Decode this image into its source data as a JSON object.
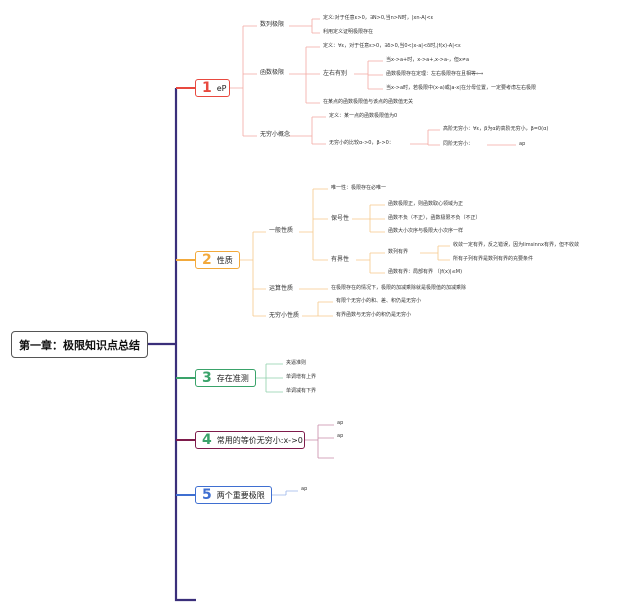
{
  "root": "第一章：极限知识点总结",
  "colors": {
    "spine": "#3a2f7a",
    "red": "#e8493f",
    "orange": "#f2a93b",
    "green": "#3aa36a",
    "maroon": "#7e1b4b",
    "blue": "#3f6fd1"
  },
  "branches": {
    "b1": {
      "num": "1",
      "label": "eP"
    },
    "b2": {
      "num": "2",
      "label": "性质"
    },
    "b3": {
      "num": "3",
      "label": "存在准测"
    },
    "b4": {
      "num": "4",
      "label": "常用的等价无穷小:x->0"
    },
    "b5": {
      "num": "5",
      "label": "两个重要极限"
    }
  },
  "nodes": {
    "shulie": "数列极限",
    "shulie_def": "定义:对于任意ε>0，∃N>0,当n>N时，|xn-A|<ε",
    "shulie_use": "利用定义证明极限存在",
    "hanshu": "函数极限",
    "hanshu_def": "定义：∀ε，对于任意ε>0，∃δ>0,当0<|x-a|<δ时,|f(x)-A|<ε",
    "zuoyou": "左右有别",
    "zy1": "当x->a+时，x->a+,x->a-，但x≠a",
    "zy2": "函数极限存在定理：左右极限存在且相等⟺",
    "zy3": "当x->a时，若极限中(x-a)或|a-x|在分母位置，一定要考虑左右极限",
    "hanshu_note": "在某点的函数极限值与该点的函数值无关",
    "wuqiong": "无穷小概念",
    "wq_def": "定义：某一点的函数极限值为0",
    "wq_cmp": "无穷小的比较α->0，β->0：",
    "gaojie": "高阶无穷小：∀ε，β为α的高阶无穷小，β=0(α)",
    "tongjie": "同阶无穷小：",
    "tongjie_ap": "ap",
    "yiban": "一般性质",
    "weiyi": "唯一性：极限存在必唯一",
    "baohao": "保号性",
    "bh1": "函数极限正，则函数取心领域为正",
    "bh2": "函数不负（不正），函数极限不负（不正）",
    "bh3": "函数大小次序与极限大小次序一样",
    "youjie": "有界性",
    "shulie_youjie": "数列有界",
    "sy1": "收敛一定有界，反之错误，因为limsinnx有界，但不收敛",
    "sy2": "所有子列有界是数列有界的充要条件",
    "hanshu_youjie": "函数有界：局部有界 （|f(x)|≤M)",
    "yunsuan": "运算性质",
    "yunsuan_desc": "在极限存在的情况下，极限的加减乘除就是极限值的加减乘除",
    "wqx_xz": "无穷小性质",
    "wx1": "有限个无穷小的和、差、积仍是无穷小",
    "wx2": "有界函数与无穷小的积仍是无穷小",
    "jb": "夹逼准则",
    "dz": "单调增有上界",
    "dj": "单调减有下界",
    "ap4a": "ap",
    "ap4b": "ap",
    "ap5": "ap"
  }
}
